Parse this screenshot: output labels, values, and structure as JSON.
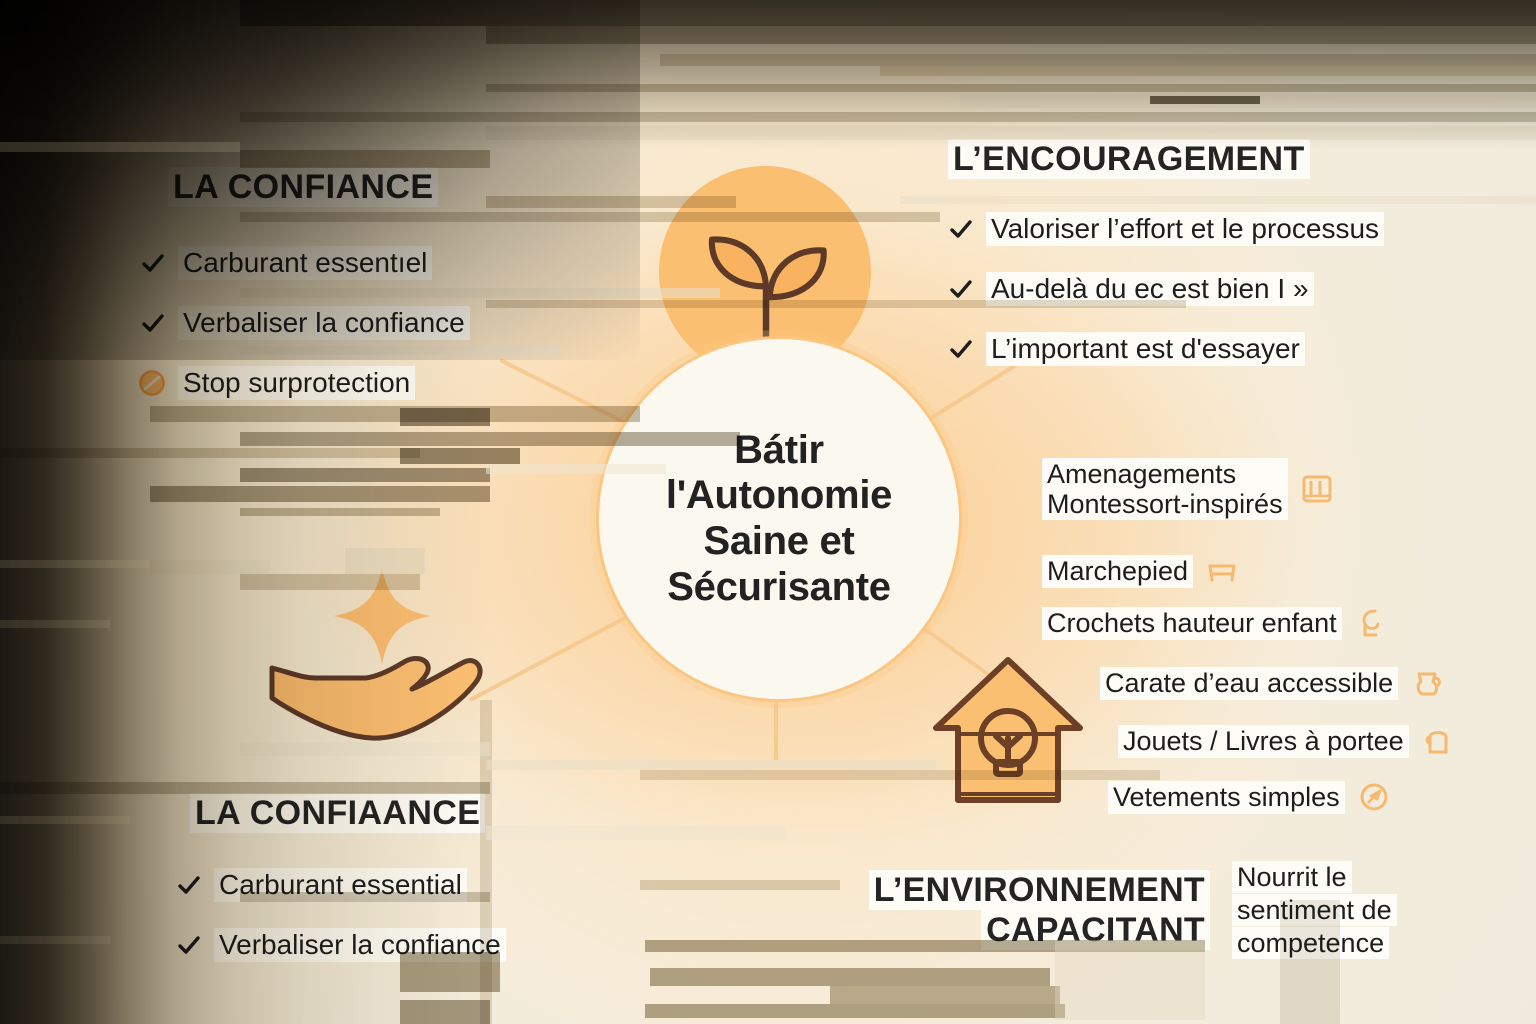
{
  "center": {
    "title": "Bátir\nl'Autonomie\nSaine et\nSécurisante",
    "seed_icon": "sprout-icon",
    "disc_color": "#fbbf72",
    "circle_fill": "#fbf8f0"
  },
  "sections": {
    "confiance_top": {
      "title": "LA CONFIANCE",
      "items": [
        {
          "icon": "check-icon",
          "label": "Carburant essentıel"
        },
        {
          "icon": "check-icon",
          "label": "Verbaliser la confiance"
        },
        {
          "icon": "prohibited-icon",
          "label": "Stop surprotection"
        }
      ]
    },
    "encouragement": {
      "title": "L’ENCOURAGEMENT",
      "items": [
        {
          "icon": "check-icon",
          "label": "Valoriser l’effort et le processus"
        },
        {
          "icon": "check-icon",
          "label": "Au-delà du ec est bien I »"
        },
        {
          "icon": "check-icon",
          "label": "L’important est d'essayer"
        }
      ]
    },
    "confiance_bottom": {
      "title": "LA CONFIAANCE",
      "items": [
        {
          "icon": "check-icon",
          "label": "Carburant essential"
        },
        {
          "icon": "check-icon",
          "label": "Verbaliser la confiance"
        }
      ]
    },
    "environnement": {
      "title": "L’ENVIRONNEMENT\nCAPACITANT",
      "house_icon": "house-lightbulb-icon",
      "note": "Nourrit le\nsentiment de\ncompetence",
      "items": [
        {
          "label": "Amenagements\nMontessort-inspirés",
          "icon": "shelf-icon"
        },
        {
          "label": "Marchepied",
          "icon": "step-stool-icon"
        },
        {
          "label": "Crochets hauteur enfant",
          "icon": "hook-icon"
        },
        {
          "label": "Carate d’eau accessible",
          "icon": "water-pitcher-icon"
        },
        {
          "label": "Jouets / Livres à portee",
          "icon": "bread-book-icon"
        },
        {
          "label": "Vetements simples",
          "icon": "garment-icon"
        }
      ]
    }
  },
  "decor": {
    "hand_icon": "open-hand-sparkle-icon",
    "accent_orange": "#f5a93f",
    "accent_light_orange": "#fbbf72",
    "outline_brown": "#5d3a28",
    "text_dark": "#1d1d1d",
    "plate_white": "#fdfcf7"
  }
}
